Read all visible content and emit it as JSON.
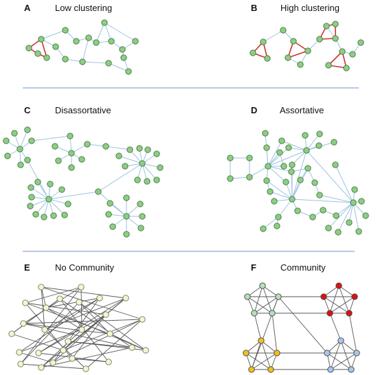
{
  "panels": {
    "A": {
      "letter": "A",
      "title": "Low clustering"
    },
    "B": {
      "letter": "B",
      "title": "High clustering"
    },
    "C": {
      "letter": "C",
      "title": "Disassortative"
    },
    "D": {
      "letter": "D",
      "title": "Assortative"
    },
    "E": {
      "letter": "E",
      "title": "No Community"
    },
    "F": {
      "letter": "F",
      "title": "Community"
    }
  },
  "colors": {
    "green_node": "#90cc86",
    "green_node_stroke": "#3d7a3a",
    "blue_edge": "#9cc2e0",
    "red_edge": "#d03030",
    "black_edge": "#555555",
    "pale_node": "#eef7d7",
    "pale_node_stroke": "#6f8050",
    "community_green": "#b4e0bc",
    "community_red": "#dd1111",
    "community_yellow": "#f0c020",
    "community_blue": "#a6c8ef",
    "divider": "#8eaad0"
  }
}
